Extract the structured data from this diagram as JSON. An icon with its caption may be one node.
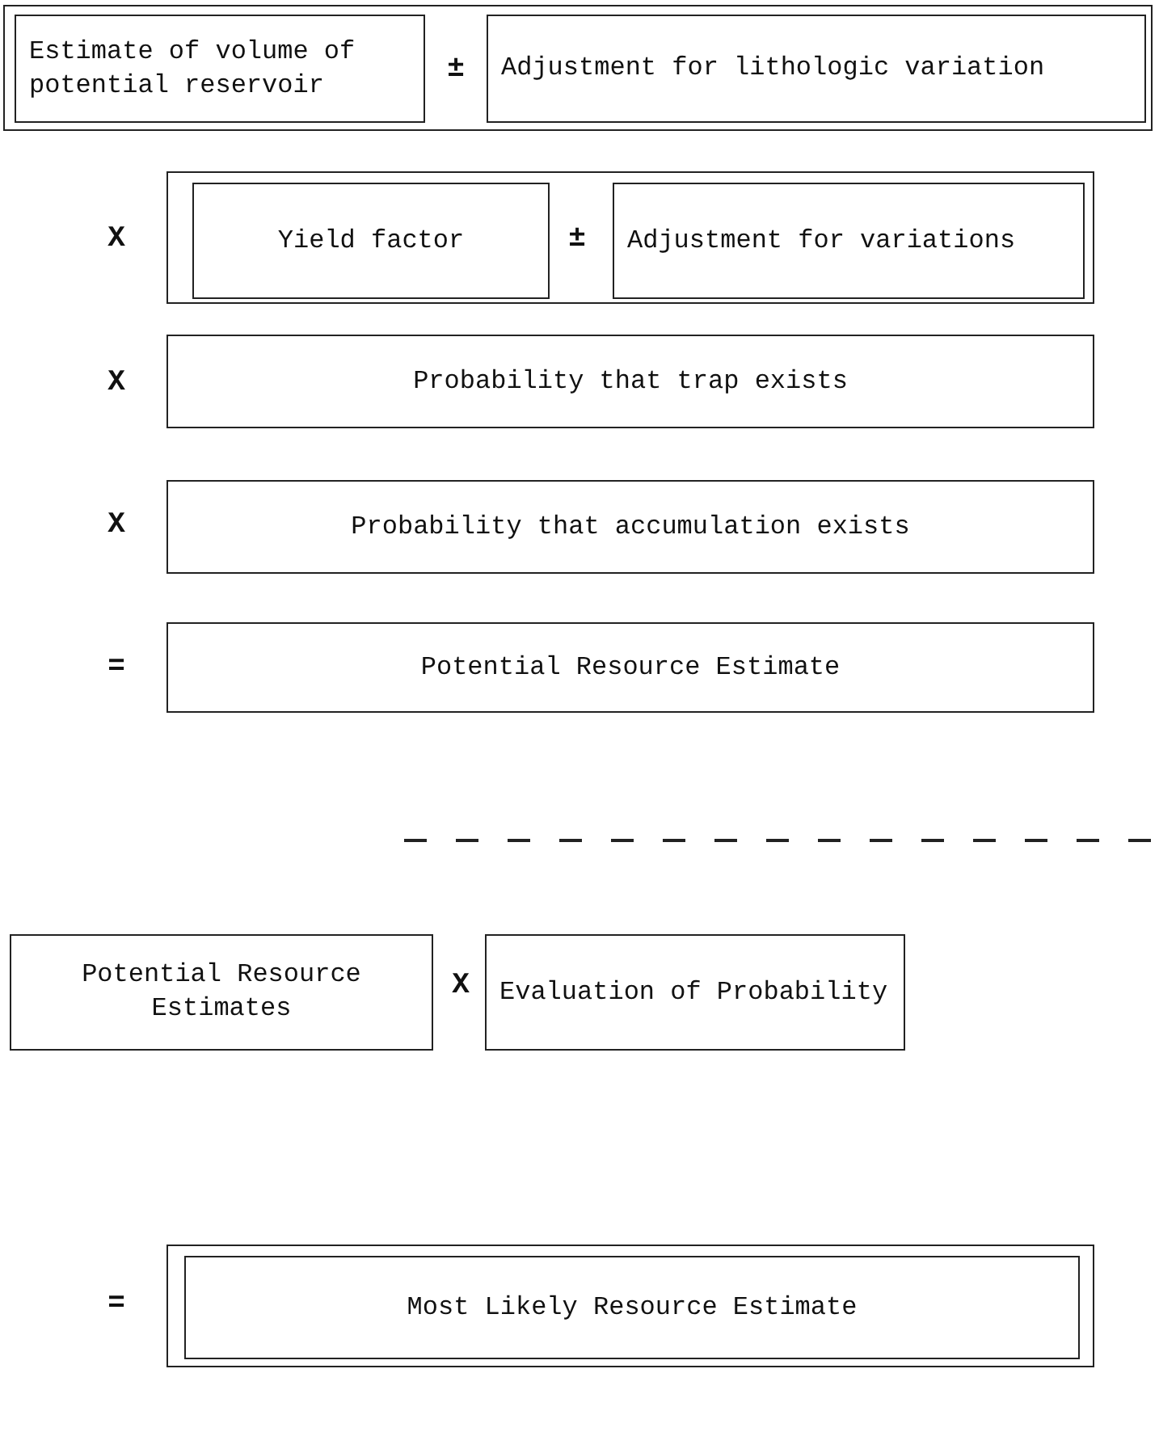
{
  "diagram": {
    "nodes": [
      {
        "text": [],
        "shape": "box"
      },
      {
        "text": [
          "Estimate of volume of potential reservoir"
        ],
        "in": 0
      },
      {
        "text": [
          "Adjustment for lithologic variation"
        ],
        "in": 0
      },
      {
        "text": [],
        "shape": "box"
      },
      {
        "text": [
          "Yield factor"
        ],
        "in": 3
      },
      {
        "text": [
          "Adjustment for variations"
        ],
        "in": 3
      },
      {
        "text": [
          "Probability that trap exists"
        ]
      },
      {
        "text": [
          "Probability that accumulation exists"
        ]
      },
      {
        "text": [
          "Potential Resource Estimate"
        ]
      },
      {
        "text": [
          "Potential Resource Estimates"
        ]
      },
      {
        "text": [
          "Evaluation of Probability"
        ]
      },
      {
        "text": [],
        "shape": "box"
      },
      {
        "text": [
          "Most Likely Resource Estimate"
        ],
        "in": 11
      }
    ],
    "edges": [],
    "labels": [
      "±",
      "X",
      "±",
      "X",
      "X",
      "=",
      "X",
      "="
    ]
  }
}
